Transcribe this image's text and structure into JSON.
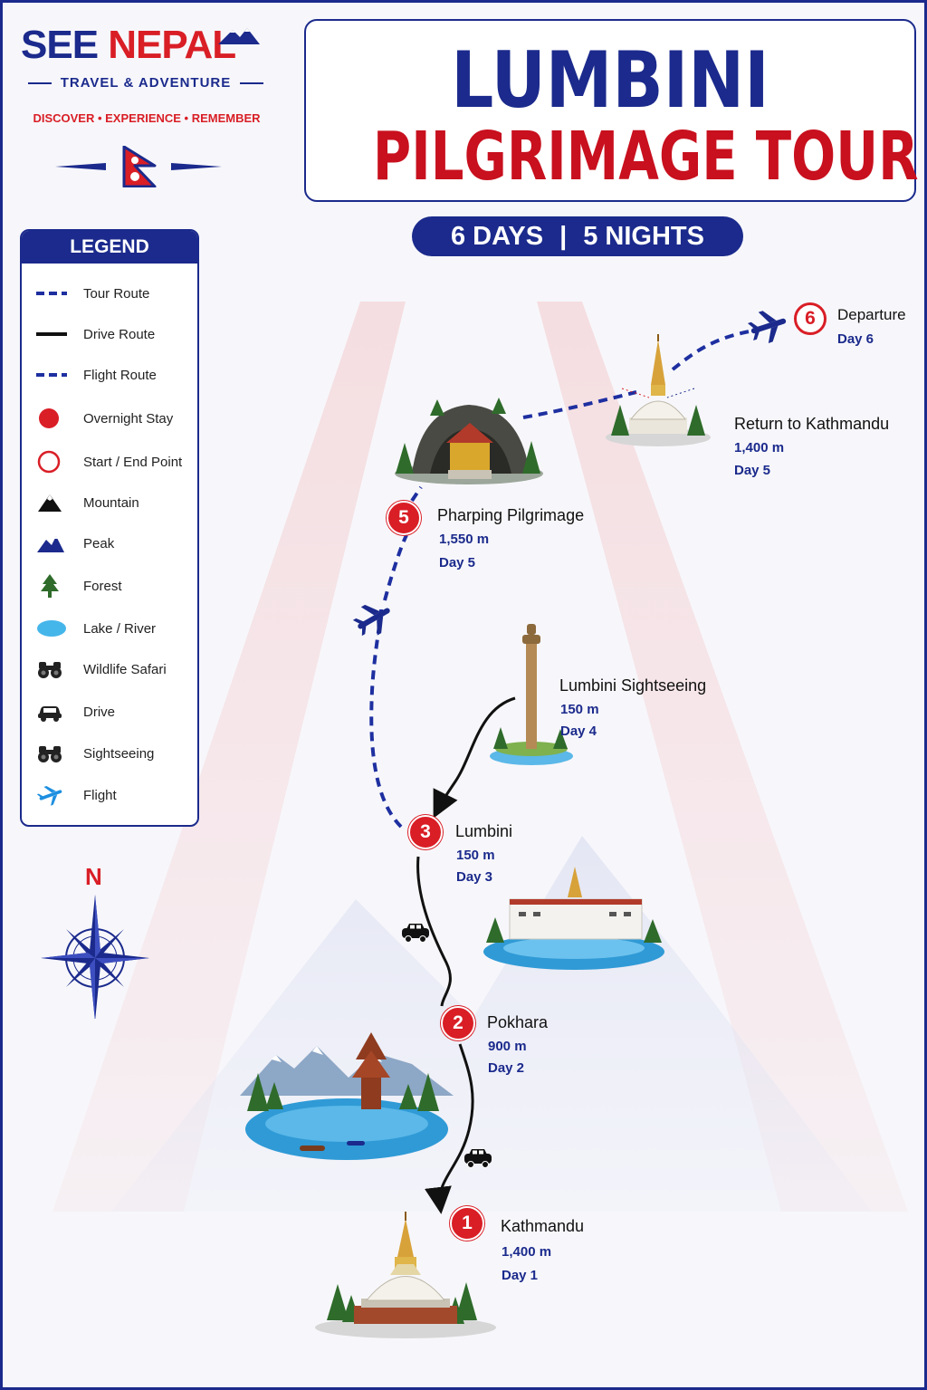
{
  "brand": {
    "name_part1": "SEE",
    "name_part2": "NEPAL",
    "tagline": "TRAVEL & ADVENTURE",
    "motto": "DISCOVER • EXPERIENCE • REMEMBER"
  },
  "title": {
    "line1": "LUMBINI",
    "line2": "PILGRIMAGE TOUR",
    "days": "6 DAYS",
    "separator": "|",
    "nights": "5 NIGHTS"
  },
  "legend": {
    "header": "LEGEND",
    "items": [
      {
        "label": "Tour Route",
        "icon": "dashed-line-icon"
      },
      {
        "label": "Drive Route",
        "icon": "solid-line-icon"
      },
      {
        "label": "Flight Route",
        "icon": "dashed-line-icon"
      },
      {
        "label": "Overnight Stay",
        "icon": "red-dot-icon"
      },
      {
        "label": "Start / End Point",
        "icon": "red-ring-icon"
      },
      {
        "label": "Mountain",
        "icon": "mountain-icon"
      },
      {
        "label": "Peak",
        "icon": "peak-icon"
      },
      {
        "label": "Forest",
        "icon": "tree-icon"
      },
      {
        "label": "Lake / River",
        "icon": "lake-icon"
      },
      {
        "label": "Wildlife Safari",
        "icon": "binoculars-icon"
      },
      {
        "label": "Drive",
        "icon": "car-icon"
      },
      {
        "label": "Sightseeing",
        "icon": "binoculars-icon"
      },
      {
        "label": "Flight",
        "icon": "plane-icon"
      }
    ]
  },
  "compass": {
    "north_label": "N"
  },
  "stops": [
    {
      "number": "1",
      "name": "Kathmandu",
      "altitude": "1,400 m",
      "day": "Day 1"
    },
    {
      "number": "2",
      "name": "Pokhara",
      "altitude": "900 m",
      "day": "Day 2"
    },
    {
      "number": "3",
      "name": "Lumbini",
      "altitude": "150 m",
      "day": "Day 3"
    },
    {
      "number": "",
      "name": "Lumbini Sightseeing",
      "altitude": "150 m",
      "day": "Day 4"
    },
    {
      "number": "5",
      "name": "Pharping Pilgrimage",
      "altitude": "1,550 m",
      "day": "Day 5"
    },
    {
      "number": "",
      "name": "Return to Kathmandu",
      "altitude": "1,400 m",
      "day": "Day 5"
    },
    {
      "number": "6",
      "name": "Departure",
      "altitude": "",
      "day": "Day 6"
    }
  ],
  "colors": {
    "navy": "#1b2a8c",
    "red": "#d91e26",
    "route_blue": "#1e2fa0"
  }
}
